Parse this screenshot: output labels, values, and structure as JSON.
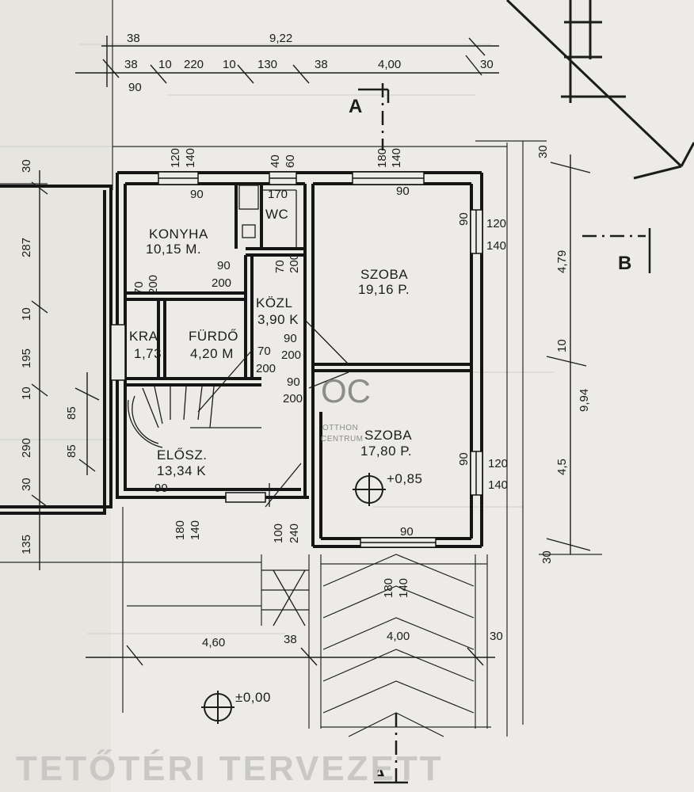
{
  "title": "TETŐTÉRI TERVEZETT",
  "watermark": {
    "logo": "OC",
    "line1": "OTTHON",
    "line2": "CENTRUM"
  },
  "section_marks": {
    "a_top": "A",
    "a_bottom": "A",
    "b": "B"
  },
  "levels": {
    "interior": "+0,85",
    "exterior": "±0,00"
  },
  "rooms": {
    "konyha": {
      "name": "KONYHA",
      "area": "10,15 M."
    },
    "wc": {
      "name": "WC"
    },
    "szoba1": {
      "name": "SZOBA",
      "area": "19,16 P."
    },
    "kozl": {
      "name": "KÖZL",
      "area": "3,90 K"
    },
    "kra": {
      "name": "KRA",
      "area": "1,73"
    },
    "furdo": {
      "name": "FÜRDŐ",
      "area": "4,20 M"
    },
    "elosz": {
      "name": "ELŐSZ.",
      "area": "13,34 K"
    },
    "szoba2": {
      "name": "SZOBA",
      "area": "17,80 P."
    }
  },
  "dims": {
    "top_total": "9,22",
    "top_38a": "38",
    "top_38b": "38",
    "top_10a": "10",
    "top_220": "220",
    "top_10b": "10",
    "top_130": "130",
    "top_38c": "38",
    "top_400": "4,00",
    "top_30": "30",
    "top_90": "90",
    "win_120": "120",
    "win_140": "140",
    "door_40": "40",
    "door_60": "60",
    "win_180": "180",
    "win_140b": "140",
    "k_90": "90",
    "wc_170": "170",
    "s1_90": "90",
    "s1_90r": "90",
    "r_120a": "120",
    "r_140a": "140",
    "k_90b": "90",
    "k_200": "200",
    "wc_70": "70",
    "wc_200": "200",
    "kra_70": "70",
    "kra_200": "200",
    "f_70": "70",
    "f_200": "200",
    "f_90": "90",
    "f_200b": "200",
    "e_90": "90",
    "e_200": "200",
    "el_90": "90",
    "s2_90": "90",
    "r_120b": "120",
    "r_140b": "140",
    "s2_90b": "90",
    "d_180": "180",
    "d_140": "140",
    "d_100": "100",
    "d_240": "240",
    "t_180": "180",
    "t_140": "140",
    "l_30": "30",
    "l_287": "287",
    "l_10": "10",
    "l_195": "195",
    "l_10b": "10",
    "l_290": "290",
    "l_30b": "30",
    "l_135": "135",
    "l_85a": "85",
    "l_85b": "85",
    "r_30": "30",
    "r_479": "4,79",
    "r_10": "10",
    "r_994": "9,94",
    "r_45": "4,5",
    "r_30b": "30",
    "b_460": "4,60",
    "b_38": "38",
    "b_400": "4,00",
    "b_30": "30"
  }
}
